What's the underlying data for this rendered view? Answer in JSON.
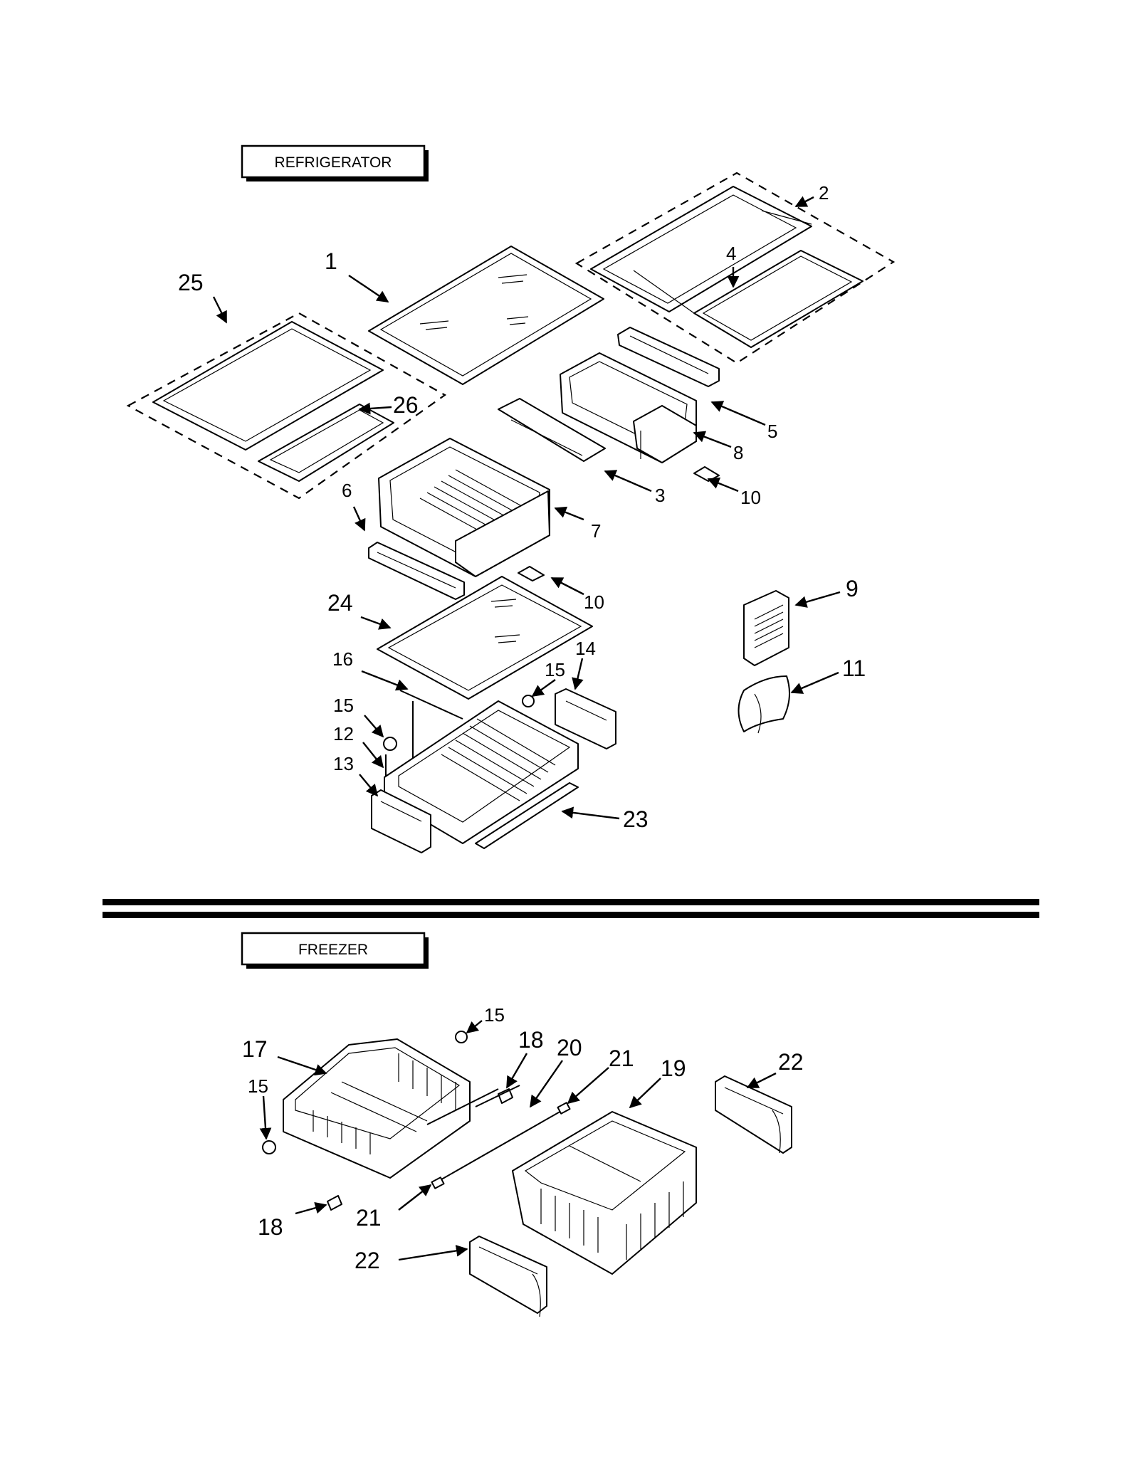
{
  "sections": {
    "refrigerator": "REFRIGERATOR",
    "freezer": "FREEZER"
  },
  "callouts": {
    "r1": "1",
    "r2": "2",
    "r3": "3",
    "r4": "4",
    "r5": "5",
    "r6": "6",
    "r7": "7",
    "r8": "8",
    "r9": "9",
    "r10a": "10",
    "r10b": "10",
    "r11": "11",
    "r12": "12",
    "r13": "13",
    "r14": "14",
    "r15a": "15",
    "r15b": "15",
    "r16": "16",
    "r23": "23",
    "r24": "24",
    "r25": "25",
    "r26": "26",
    "f15a": "15",
    "f15b": "15",
    "f17": "17",
    "f18a": "18",
    "f18b": "18",
    "f19": "19",
    "f20": "20",
    "f21a": "21",
    "f21b": "21",
    "f22a": "22",
    "f22b": "22"
  }
}
